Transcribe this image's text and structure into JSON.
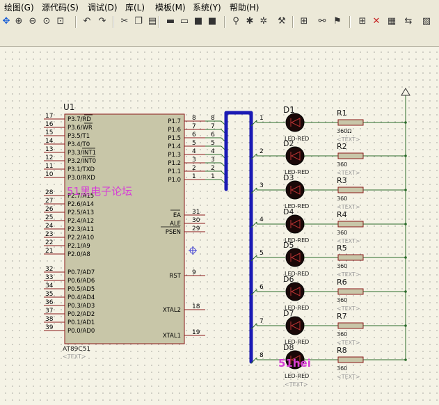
{
  "menubar": {
    "items": [
      {
        "label": "绘图(G)"
      },
      {
        "label": "源代码(S)"
      },
      {
        "label": "调试(D)"
      },
      {
        "label": "库(L)"
      },
      {
        "label": "模板(M)"
      },
      {
        "label": "系统(Y)"
      },
      {
        "label": "帮助(H)"
      }
    ]
  },
  "toolbar": {
    "icons": [
      "pan-icon",
      "zoom-in-icon",
      "zoom-out-icon",
      "zoom-all-icon",
      "zoom-area-icon",
      "undo-icon",
      "redo-icon",
      "cut-icon",
      "copy-icon",
      "paste-icon",
      "block-copy-icon",
      "block-move-icon",
      "block-rotate-icon",
      "block-delete-icon",
      "pick-device-icon",
      "make-device-icon",
      "package-icon",
      "decompose-icon",
      "wire-autoroute-icon",
      "search-tag-icon",
      "property-assign-icon",
      "new-sheet-icon",
      "remove-sheet-icon",
      "bill-of-materials-icon",
      "netlist-icon",
      "design-explorer-icon"
    ]
  },
  "schematic": {
    "mcu": {
      "ref": "U1",
      "part": "AT89C51",
      "text_placeholder": "<TEXT>",
      "left_pins": [
        {
          "num": "17",
          "name": "P3.7/RD"
        },
        {
          "num": "16",
          "name": "P3.6/WR"
        },
        {
          "num": "15",
          "name": "P3.5/T1"
        },
        {
          "num": "14",
          "name": "P3.4/T0"
        },
        {
          "num": "13",
          "name": "P3.3/INT1"
        },
        {
          "num": "12",
          "name": "P3.2/INT0"
        },
        {
          "num": "11",
          "name": "P3.1/TXD"
        },
        {
          "num": "10",
          "name": "P3.0/RXD"
        },
        {
          "num": "28",
          "name": "P2.7/A15"
        },
        {
          "num": "27",
          "name": "P2.6/A14"
        },
        {
          "num": "26",
          "name": "P2.5/A13"
        },
        {
          "num": "25",
          "name": "P2.4/A12"
        },
        {
          "num": "24",
          "name": "P2.3/A11"
        },
        {
          "num": "23",
          "name": "P2.2/A10"
        },
        {
          "num": "22",
          "name": "P2.1/A9"
        },
        {
          "num": "21",
          "name": "P2.0/A8"
        },
        {
          "num": "32",
          "name": "P0.7/AD7"
        },
        {
          "num": "33",
          "name": "P0.6/AD6"
        },
        {
          "num": "34",
          "name": "P0.5/AD5"
        },
        {
          "num": "35",
          "name": "P0.4/AD4"
        },
        {
          "num": "36",
          "name": "P0.3/AD3"
        },
        {
          "num": "37",
          "name": "P0.2/AD2"
        },
        {
          "num": "38",
          "name": "P0.1/AD1"
        },
        {
          "num": "39",
          "name": "P0.0/AD0"
        }
      ],
      "right_pins_top": [
        {
          "num": "8",
          "name": "P1.7"
        },
        {
          "num": "7",
          "name": "P1.6"
        },
        {
          "num": "6",
          "name": "P1.5"
        },
        {
          "num": "5",
          "name": "P1.4"
        },
        {
          "num": "4",
          "name": "P1.3"
        },
        {
          "num": "3",
          "name": "P1.2"
        },
        {
          "num": "2",
          "name": "P1.1"
        },
        {
          "num": "1",
          "name": "P1.0"
        }
      ],
      "right_pins_mid": [
        {
          "num": "31",
          "name": "EA"
        },
        {
          "num": "30",
          "name": "ALE"
        },
        {
          "num": "29",
          "name": "PSEN"
        }
      ],
      "right_pins_bottom": [
        {
          "num": "9",
          "name": "RST"
        },
        {
          "num": "18",
          "name": "XTAL2"
        },
        {
          "num": "19",
          "name": "XTAL1"
        }
      ]
    },
    "bus_outer_labels": [
      "8",
      "7",
      "6",
      "5",
      "4",
      "3",
      "2",
      "1"
    ],
    "bus_branch_labels": [
      "1",
      "2",
      "3",
      "4",
      "5",
      "6",
      "7",
      "8"
    ],
    "leds": [
      {
        "ref": "D1",
        "type": "LED-RED"
      },
      {
        "ref": "D2",
        "type": "LED-RED"
      },
      {
        "ref": "D3",
        "type": "LED-RED"
      },
      {
        "ref": "D4",
        "type": "LED-RED"
      },
      {
        "ref": "D5",
        "type": "LED-RED"
      },
      {
        "ref": "D6",
        "type": "LED-RED"
      },
      {
        "ref": "D7",
        "type": "LED-RED"
      },
      {
        "ref": "D8",
        "type": "LED-RED"
      }
    ],
    "led_text": "<TEXT>",
    "resistors": [
      {
        "ref": "R1",
        "value": "360Ω"
      },
      {
        "ref": "R2",
        "value": "360"
      },
      {
        "ref": "R3",
        "value": "360"
      },
      {
        "ref": "R4",
        "value": "360"
      },
      {
        "ref": "R5",
        "value": "360"
      },
      {
        "ref": "R6",
        "value": "360"
      },
      {
        "ref": "R7",
        "value": "360"
      },
      {
        "ref": "R8",
        "value": "360"
      }
    ],
    "resistor_text": "<TEXT>",
    "watermark_1": "51黑电子论坛",
    "watermark_2": "51hei",
    "colors": {
      "component_fill": "#c8c6a8",
      "component_border": "#8b1a1a",
      "wire": "#2b6b2b",
      "bus": "#1a1ab4",
      "led_body": "#1a0808",
      "pin_text": "#000000",
      "ref_text": "#1a1a1a",
      "placeholder_text": "#9a9a9a",
      "watermark": "#d63fd6"
    }
  }
}
